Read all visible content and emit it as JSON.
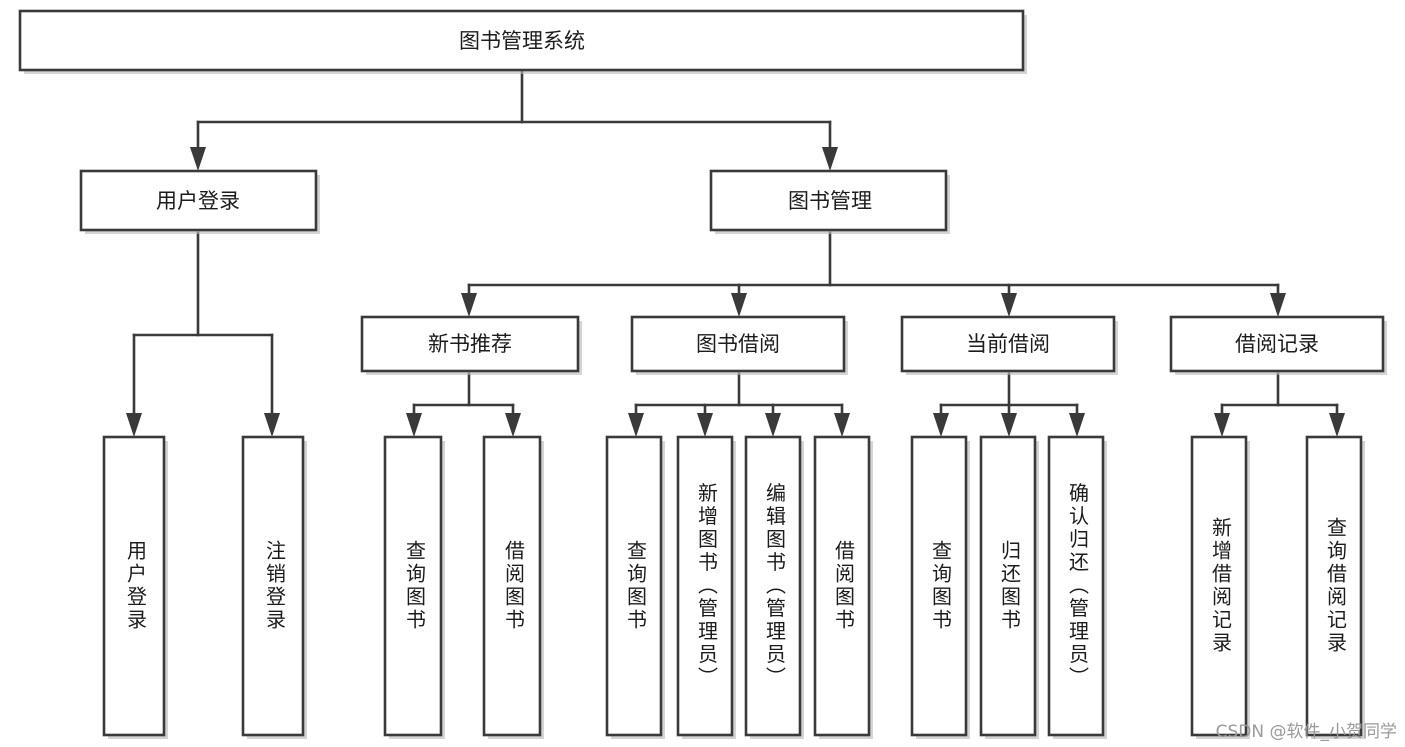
{
  "diagram": {
    "title": "图书管理系统",
    "type": "hierarchy-tree",
    "watermark": "CSDN @软件_小贺同学",
    "colors": {
      "box_stroke": "#3a3a3a",
      "box_fill": "#ffffff",
      "connector": "#3a3a3a",
      "text": "#1c1c1c",
      "background": "#ffffff",
      "watermark": "#9a9a9a"
    },
    "levels": {
      "root": {
        "label": "图书管理系统",
        "orientation": "horizontal"
      },
      "level2": [
        {
          "label": "用户登录",
          "orientation": "horizontal"
        },
        {
          "label": "图书管理",
          "orientation": "horizontal"
        }
      ],
      "level3": [
        {
          "label": "新书推荐",
          "orientation": "horizontal",
          "parent": "图书管理"
        },
        {
          "label": "图书借阅",
          "orientation": "horizontal",
          "parent": "图书管理"
        },
        {
          "label": "当前借阅",
          "orientation": "horizontal",
          "parent": "图书管理"
        },
        {
          "label": "借阅记录",
          "orientation": "horizontal",
          "parent": "图书管理"
        }
      ],
      "leaves": [
        {
          "label": "用户登录",
          "orientation": "vertical",
          "parent": "用户登录"
        },
        {
          "label": "注销登录",
          "orientation": "vertical",
          "parent": "用户登录"
        },
        {
          "label": "查询图书",
          "orientation": "vertical",
          "parent": "新书推荐"
        },
        {
          "label": "借阅图书",
          "orientation": "vertical",
          "parent": "新书推荐"
        },
        {
          "label": "查询图书",
          "orientation": "vertical",
          "parent": "图书借阅"
        },
        {
          "label": "新增图书（管理员）",
          "orientation": "vertical",
          "parent": "图书借阅"
        },
        {
          "label": "编辑图书（管理员）",
          "orientation": "vertical",
          "parent": "图书借阅"
        },
        {
          "label": "借阅图书",
          "orientation": "vertical",
          "parent": "图书借阅"
        },
        {
          "label": "查询图书",
          "orientation": "vertical",
          "parent": "当前借阅"
        },
        {
          "label": "归还图书",
          "orientation": "vertical",
          "parent": "当前借阅"
        },
        {
          "label": "确认归还（管理员）",
          "orientation": "vertical",
          "parent": "当前借阅"
        },
        {
          "label": "新增借阅记录",
          "orientation": "vertical",
          "parent": "借阅记录"
        },
        {
          "label": "查询借阅记录",
          "orientation": "vertical",
          "parent": "借阅记录"
        }
      ]
    }
  }
}
